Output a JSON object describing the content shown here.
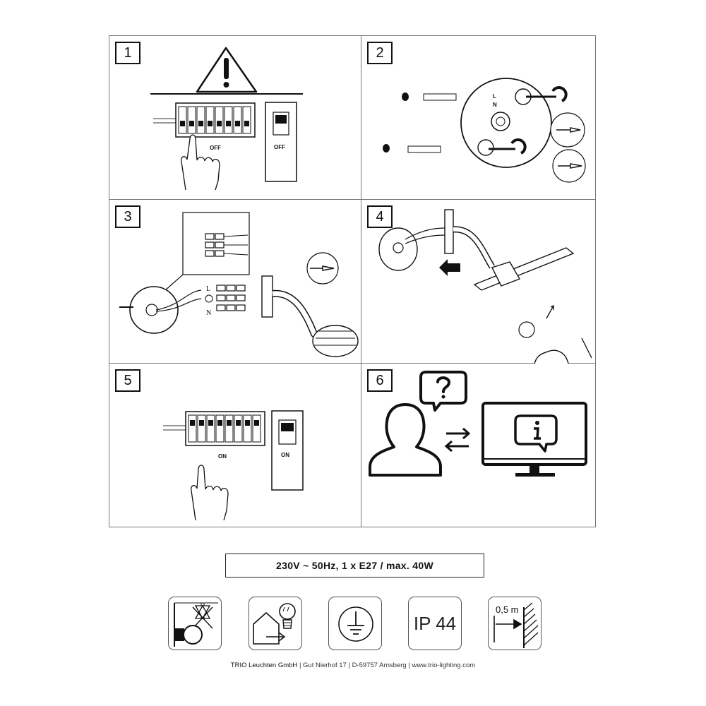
{
  "steps": [
    {
      "number": "1",
      "labels": {
        "off_left": "OFF",
        "off_right": "OFF"
      }
    },
    {
      "number": "2",
      "labels": {
        "l": "L",
        "n": "N"
      }
    },
    {
      "number": "3",
      "labels": {
        "l": "L",
        "n": "N"
      }
    },
    {
      "number": "4"
    },
    {
      "number": "5",
      "labels": {
        "on_left": "ON",
        "on_right": "ON"
      }
    },
    {
      "number": "6"
    }
  ],
  "spec": "230V ~ 50Hz, 1 x E27 / max. 40W",
  "icons": [
    {
      "name": "no-direct-mounting-icon"
    },
    {
      "name": "outdoor-lamp-icon"
    },
    {
      "name": "protective-earth-icon"
    },
    {
      "name": "ip-rating-icon",
      "text": "IP 44"
    },
    {
      "name": "min-distance-icon",
      "text": "0,5 m"
    }
  ],
  "footer": {
    "company": "TRIO Leuchten GmbH",
    "address": "Gut Nierhof 17",
    "city": "D-59757 Arnsberg",
    "web": "www.trio-lighting.com",
    "sep": "|"
  }
}
